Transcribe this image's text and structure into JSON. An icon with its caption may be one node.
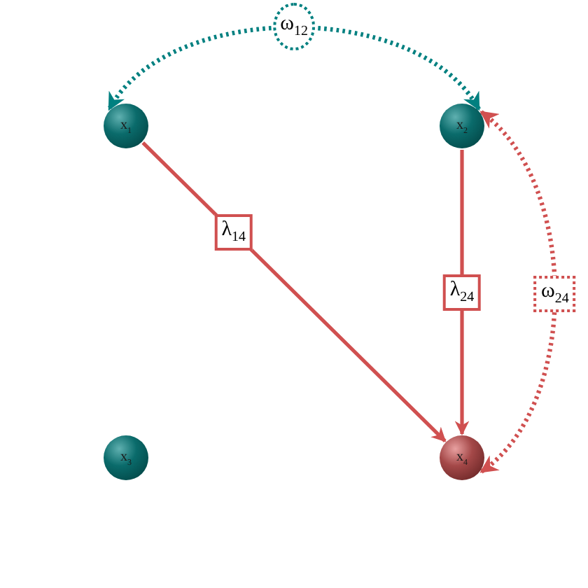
{
  "diagram": {
    "nodes": [
      {
        "text": [
          "x$_{1}$"
        ]
      },
      {
        "text": [
          "x$_{2}$"
        ]
      },
      {
        "text": [
          "x$_{3}$"
        ]
      },
      {
        "text": [
          "x$_{4}$"
        ]
      }
    ],
    "edges": [
      {
        "from": 1,
        "to": 0,
        "arrow": "both",
        "label": "ω$_{12}$",
        "style": "dashed",
        "color": "#008080"
      },
      {
        "from": 0,
        "to": 3,
        "arrow": "to",
        "label": "λ$_{14}$"
      },
      {
        "from": 1,
        "to": 3,
        "arrow": "to",
        "label": "λ$_{24}$"
      },
      {
        "from": 1,
        "to": 3,
        "arrow": "both",
        "label": "ω$_{24}$",
        "style": "dashed"
      }
    ]
  }
}
